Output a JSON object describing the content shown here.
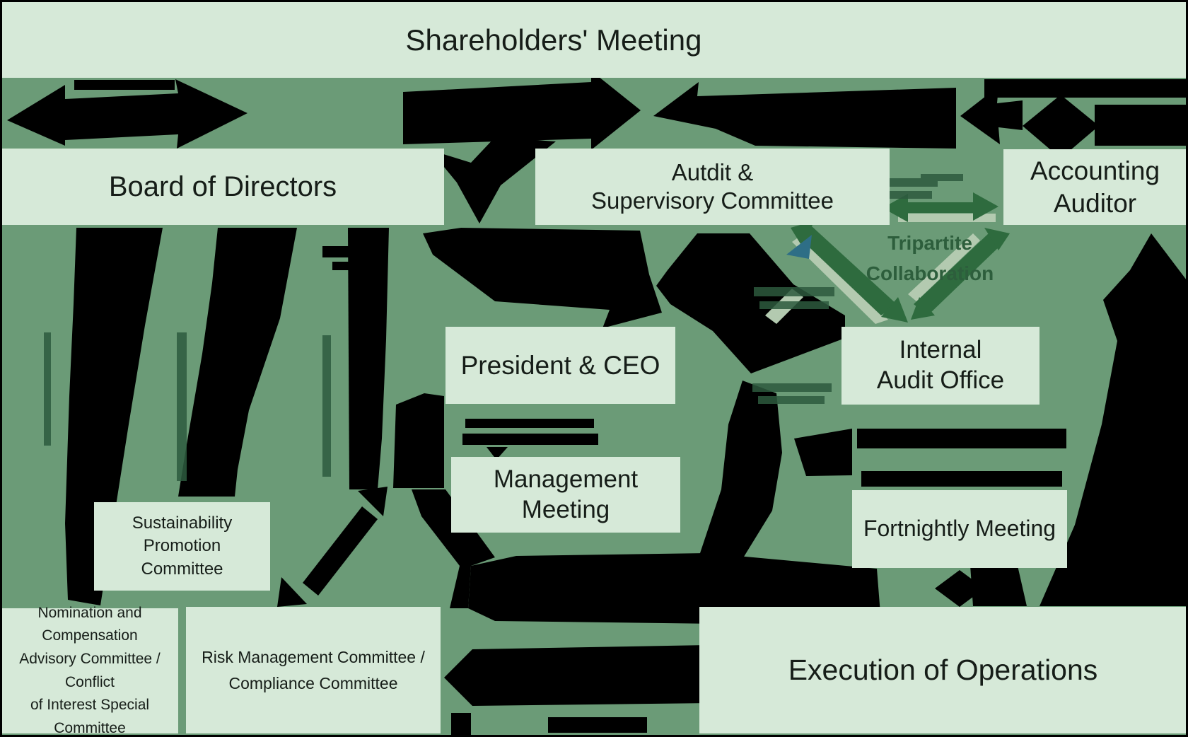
{
  "nodes": {
    "shareholders_meeting": {
      "label": "Shareholders' Meeting"
    },
    "board_of_directors": {
      "label": "Board of Directors"
    },
    "audit_supervisory_committee": {
      "line1": "Autdit &",
      "line2": "Supervisory Committee"
    },
    "accounting_auditor": {
      "line1": "Accounting",
      "line2": "Auditor"
    },
    "president_ceo": {
      "label": "President & CEO"
    },
    "internal_audit_office": {
      "line1": "Internal",
      "line2": "Audit Office"
    },
    "management_meeting": {
      "line1": "Management",
      "line2": "Meeting"
    },
    "fortnightly_meeting": {
      "label": "Fortnightly Meeting"
    },
    "sustainability_promotion_committee": {
      "line1": "Sustainability Promotion",
      "line2": "Committee"
    },
    "nomination_compensation_committee": {
      "line1": "Nomination and Compensation",
      "line2": "Advisory Committee / Conflict",
      "line3": "of Interest Special Committee"
    },
    "risk_compliance_committee": {
      "line1": "Risk Management Committee /",
      "line2": "Compliance Committee"
    },
    "execution_of_operations": {
      "label": "Execution of Operations"
    }
  },
  "annotations": {
    "tripartite_collaboration": {
      "line1": "Tripartite",
      "line2": "Collaboration"
    }
  },
  "colors": {
    "background": "#6b9b77",
    "box_fill": "#d6e9d8",
    "box_text": "#161d18",
    "connector_black": "#000000",
    "collaboration_arrow_dark": "#2e6b3e",
    "collaboration_arrow_light": "#b3cab0",
    "collaboration_arrow_teal": "#2e6e86",
    "collaboration_text": "#2d5e3c"
  }
}
